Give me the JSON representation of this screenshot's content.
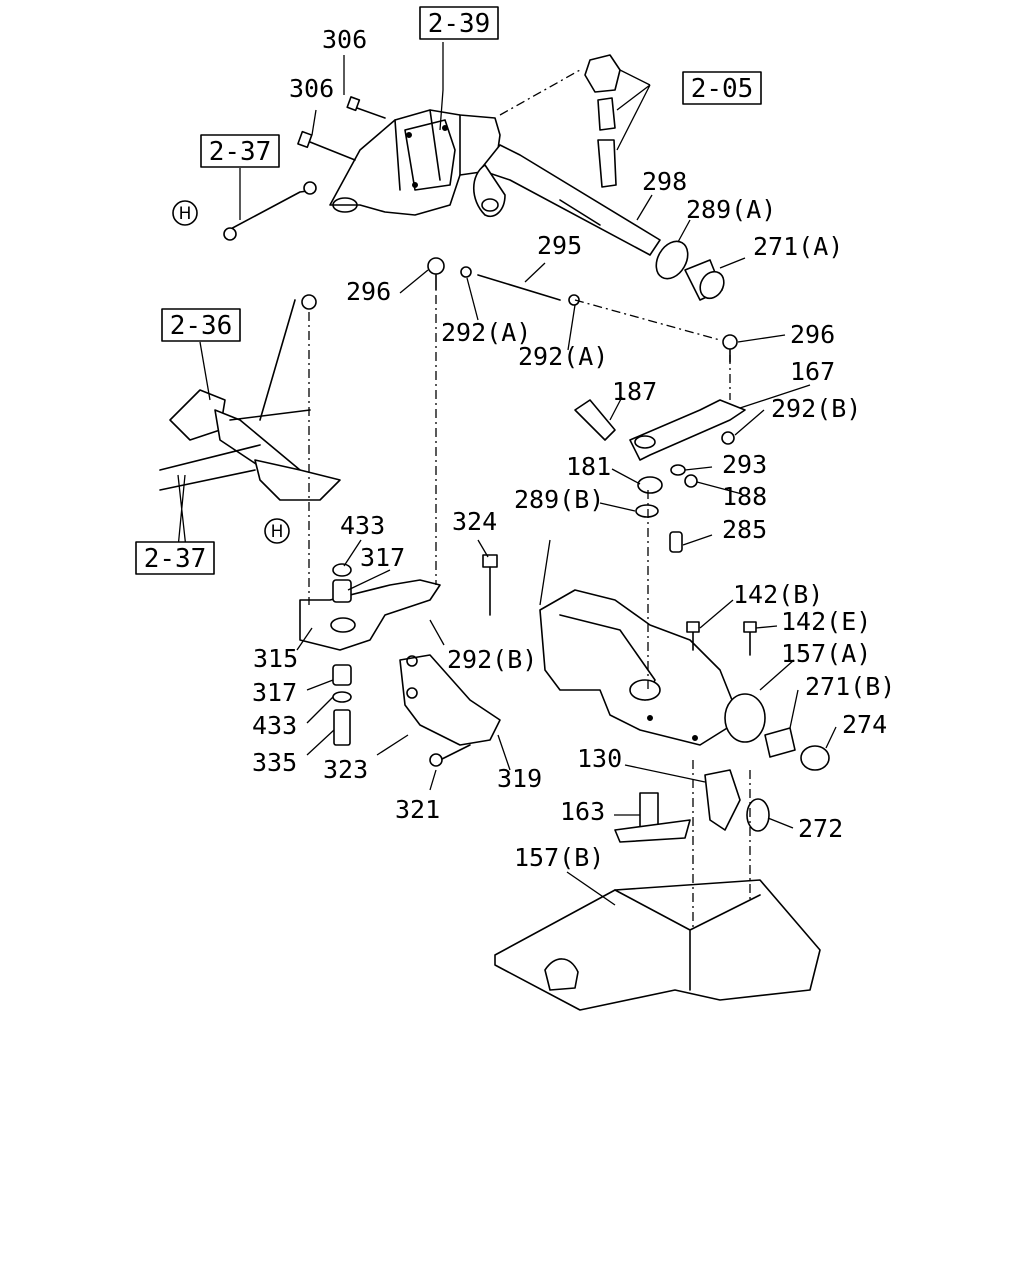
{
  "diagram": {
    "reference_boxes": {
      "ref_2_39": "2-39",
      "ref_2_05": "2-05",
      "ref_2_37_top": "2-37",
      "ref_2_36": "2-36",
      "ref_2_37_bottom": "2-37"
    },
    "h_markers": {
      "h_top": "H",
      "h_mid": "H"
    },
    "labels": {
      "p306a": "306",
      "p306b": "306",
      "p298": "298",
      "p289a": "289(A)",
      "p271a": "271(A)",
      "p295": "295",
      "p296a": "296",
      "p292a1": "292(A)",
      "p292a2": "292(A)",
      "p296b": "296",
      "p167": "167",
      "p187": "187",
      "p292b1": "292(B)",
      "p181": "181",
      "p293": "293",
      "p188": "188",
      "p289b": "289(B)",
      "p285": "285",
      "p433a": "433",
      "p317a": "317",
      "p324": "324",
      "p142b": "142(B)",
      "p142e": "142(E)",
      "p157a": "157(A)",
      "p271b": "271(B)",
      "p274": "274",
      "p315": "315",
      "p292b2": "292(B)",
      "p317b": "317",
      "p433b": "433",
      "p335": "335",
      "p323": "323",
      "p319": "319",
      "p130": "130",
      "p321": "321",
      "p163": "163",
      "p272": "272",
      "p157b": "157(B)"
    }
  }
}
